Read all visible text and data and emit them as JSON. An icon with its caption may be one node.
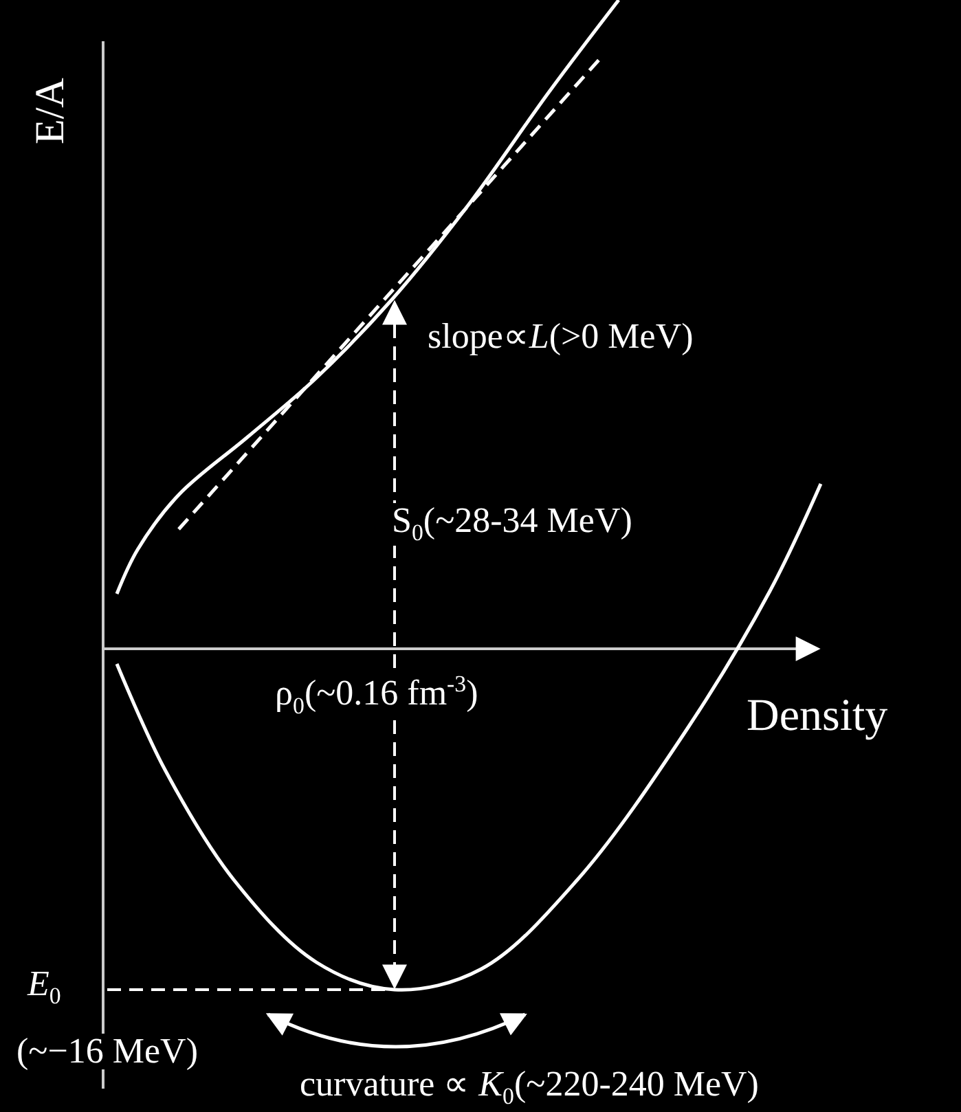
{
  "diagram": {
    "labels": [
      "E/A",
      "slope∝*L*(>0 MeV)",
      "S$_{0}$(~28-34 MeV)",
      "Density",
      "ρ$_{0}$(~0.16 fm$^{-3}$)",
      "*E*$_{0}$",
      "(~−16 MeV)",
      "curvature ∝ *K*$_{0}$(~220-240 MeV)"
    ]
  }
}
